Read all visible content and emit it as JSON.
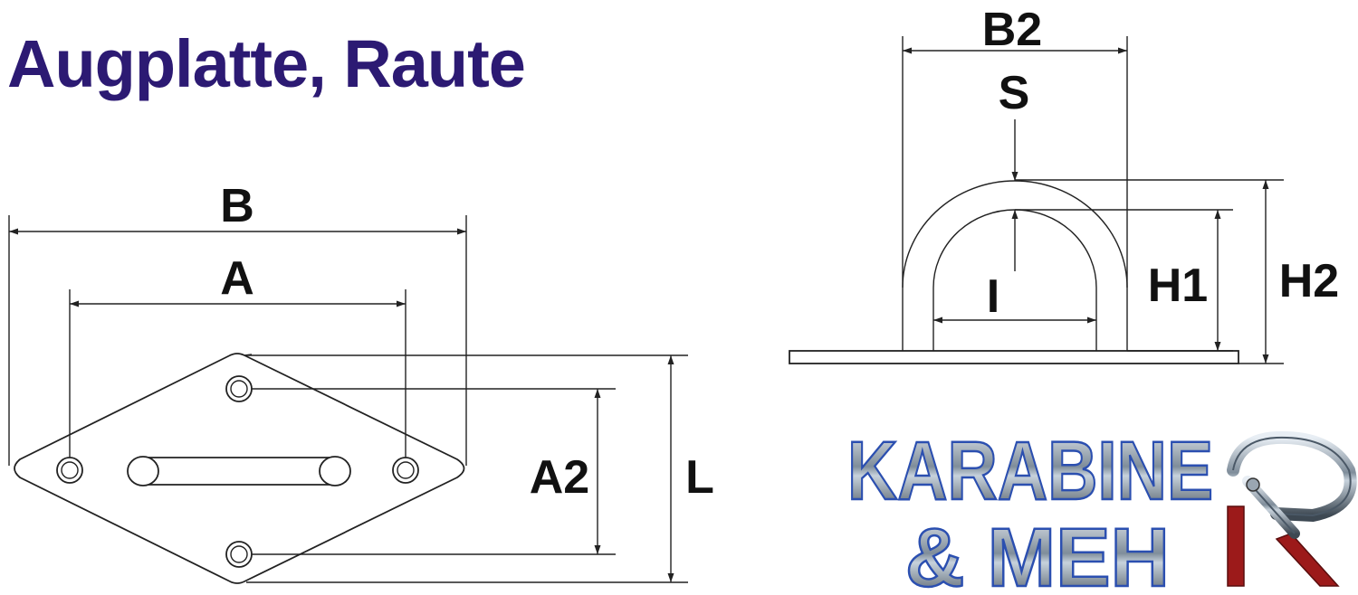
{
  "title": "Augplatte, Raute",
  "colors": {
    "title": "#2c1a73",
    "line": "#222222",
    "logo_steel": "#8a9aa8",
    "logo_blue": "#2b4fb0",
    "logo_red": "#9c1a1a"
  },
  "labels": {
    "B": "B",
    "A": "A",
    "A2": "A2",
    "L": "L",
    "B2": "B2",
    "S": "S",
    "I": "I",
    "H1": "H1",
    "H2": "H2"
  },
  "logo": {
    "line1": "KARABINE",
    "line2": "& MEH",
    "mark": "R"
  }
}
